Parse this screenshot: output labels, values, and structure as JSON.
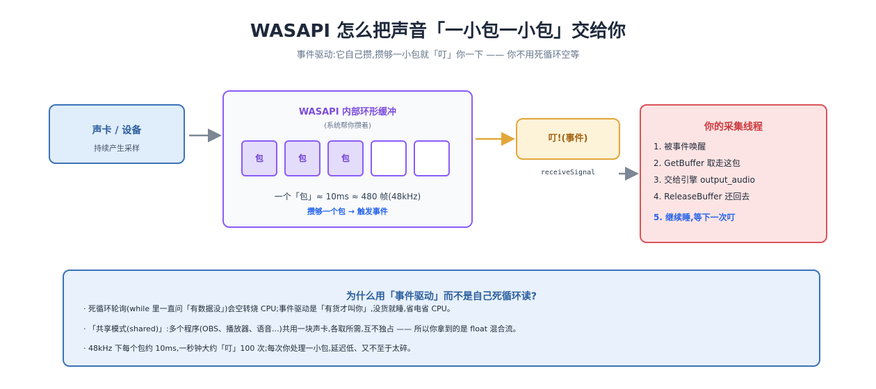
{
  "header": {
    "title": "WASAPI 怎么把声音「一小包一小包」交给你",
    "subtitle": "事件驱动:它自己攒,攒够一小包就「叮」你一下 —— 你不用死循环空等"
  },
  "device": {
    "title": "声卡 / 设备",
    "subtitle": "持续产生采样"
  },
  "buffer": {
    "title": "WASAPI 内部环形缓冲",
    "subtitle": "(系统帮你攒着)",
    "slots": [
      "包",
      "包",
      "包",
      "",
      ""
    ],
    "note": "一个「包」≈ 10ms ≈ 480 帧(48kHz)",
    "trigger": "攒够一个包 → 触发事件"
  },
  "event": {
    "label": "叮!(事件)",
    "signal": "receiveSignal"
  },
  "thread": {
    "title": "你的采集线程",
    "steps": [
      "1. 被事件唤醒",
      "2. GetBuffer 取走这包",
      "3. 交给引擎 output_audio",
      "4. ReleaseBuffer 还回去"
    ],
    "final_step": "5. 继续睡,等下一次叮"
  },
  "why": {
    "title": "为什么用「事件驱动」而不是自己死循环读?",
    "points": [
      "· 死循环轮询(while 里一直问「有数据没」)会空转烧 CPU;事件驱动是「有货才叫你」,没货就睡,省电省 CPU。",
      "· 「共享模式(shared)」:多个程序(OBS、播放器、语音...)共用一块声卡,各取所需,互不独占 —— 所以你拿到的是 float 混合流。",
      "· 48kHz 下每个包约 10ms,一秒钟大约「叮」100 次;每次你处理一小包,延迟低、又不至于太碎。"
    ]
  },
  "colors": {
    "device": "#3b73b9",
    "buffer": "#8b5cf6",
    "event": "#e2a73a",
    "thread": "#d9545b",
    "arrow_gray": "#7b8794"
  }
}
